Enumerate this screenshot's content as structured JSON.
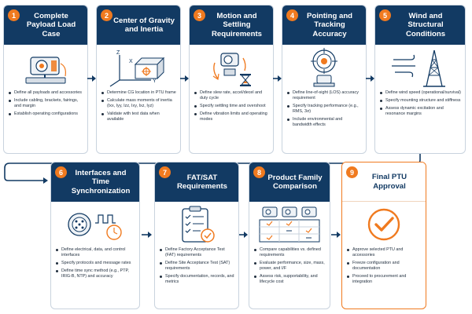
{
  "steps": [
    {
      "number": "1",
      "title": "Complete Payload Load Case",
      "bullets": [
        "Define all payloads and accessories",
        "Include cabling, brackets, fairings, and margin",
        "Establish operating configurations"
      ]
    },
    {
      "number": "2",
      "title": "Center of Gravity and Inertia",
      "bullets": [
        "Determine CG location in PTU frame",
        "Calculate mass moments of inertia (Ixx, Iyy, Izz, Ixy, Ixz, Iyz)",
        "Validate with test data when available"
      ]
    },
    {
      "number": "3",
      "title": "Motion and Settling Requirements",
      "bullets": [
        "Define slew rate, accel/decel and duty cycle",
        "Specify settling time and overshoot",
        "Define vibration limits and operating modes"
      ]
    },
    {
      "number": "4",
      "title": "Pointing and Tracking Accuracy",
      "bullets": [
        "Define line-of-sight (LOS) accuracy requirement",
        "Specify tracking performance (e.g., RMS, 3σ)",
        "Include environmental and bandwidth effects"
      ]
    },
    {
      "number": "5",
      "title": "Wind and Structural Conditions",
      "bullets": [
        "Define wind speed (operational/survival)",
        "Specify mounting structure and stiffness",
        "Assess dynamic excitation and resonance margins"
      ]
    },
    {
      "number": "6",
      "title": "Interfaces and Time Synchronization",
      "bullets": [
        "Define electrical, data, and control interfaces",
        "Specify protocols and message rates",
        "Define time sync method (e.g., PTP, IRIG-B, NTP) and accuracy"
      ]
    },
    {
      "number": "7",
      "title": "FAT/SAT Requirements",
      "bullets": [
        "Define Factory Acceptance Test (FAT) requirements",
        "Define Site Acceptance Test (SAT) requirements",
        "Specify documentation, records, and metrics"
      ]
    },
    {
      "number": "8",
      "title": "Product Family Comparison",
      "bullets": [
        "Compare capabilities vs. defined requirements",
        "Evaluate performance, size, mass, power, and I/F",
        "Assess risk, supportability, and lifecycle cost"
      ]
    },
    {
      "number": "9",
      "title": "Final PTU Approval",
      "bullets": [
        "Approve selected PTU and accessories",
        "Freeze configuration and documentation",
        "Proceed to procurement and integration"
      ]
    }
  ],
  "axis_labels": {
    "z": "Z",
    "y": "Y",
    "x": "X"
  },
  "colors": {
    "navy": "#123a63",
    "orange": "#f07a1f",
    "border": "#c9d3de"
  }
}
